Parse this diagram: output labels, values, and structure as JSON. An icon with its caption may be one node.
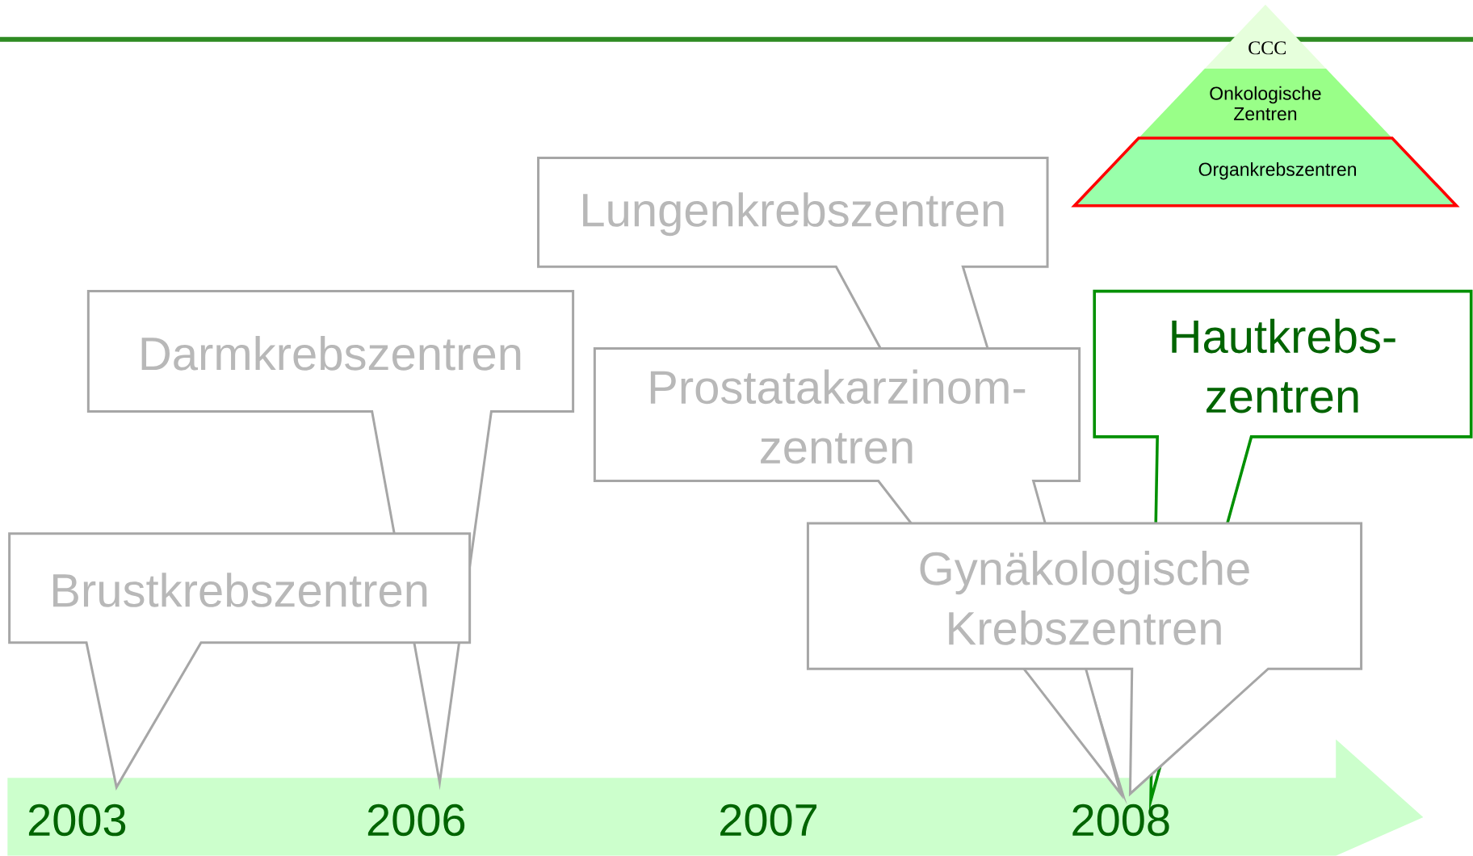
{
  "diagram": {
    "nodes": [
      {
        "text": [
          "CCC"
        ]
      },
      {
        "text": [
          "Onkologische Zentren"
        ]
      },
      {
        "text": [
          "Organkrebszentren"
        ]
      },
      {
        "text": [
          "Lungenkrebszentren"
        ]
      },
      {
        "text": [
          "Darmkrebszentren"
        ]
      },
      {
        "text": [
          "Prostatakarzinom- zentren"
        ]
      },
      {
        "text": [
          "Hautkrebs- zentren"
        ]
      },
      {
        "text": [
          "Brustkrebszentren"
        ]
      },
      {
        "text": [
          "Gynäkologische Krebszentren"
        ]
      }
    ],
    "labels": [
      "2003",
      "2006",
      "2007",
      "2008"
    ]
  }
}
